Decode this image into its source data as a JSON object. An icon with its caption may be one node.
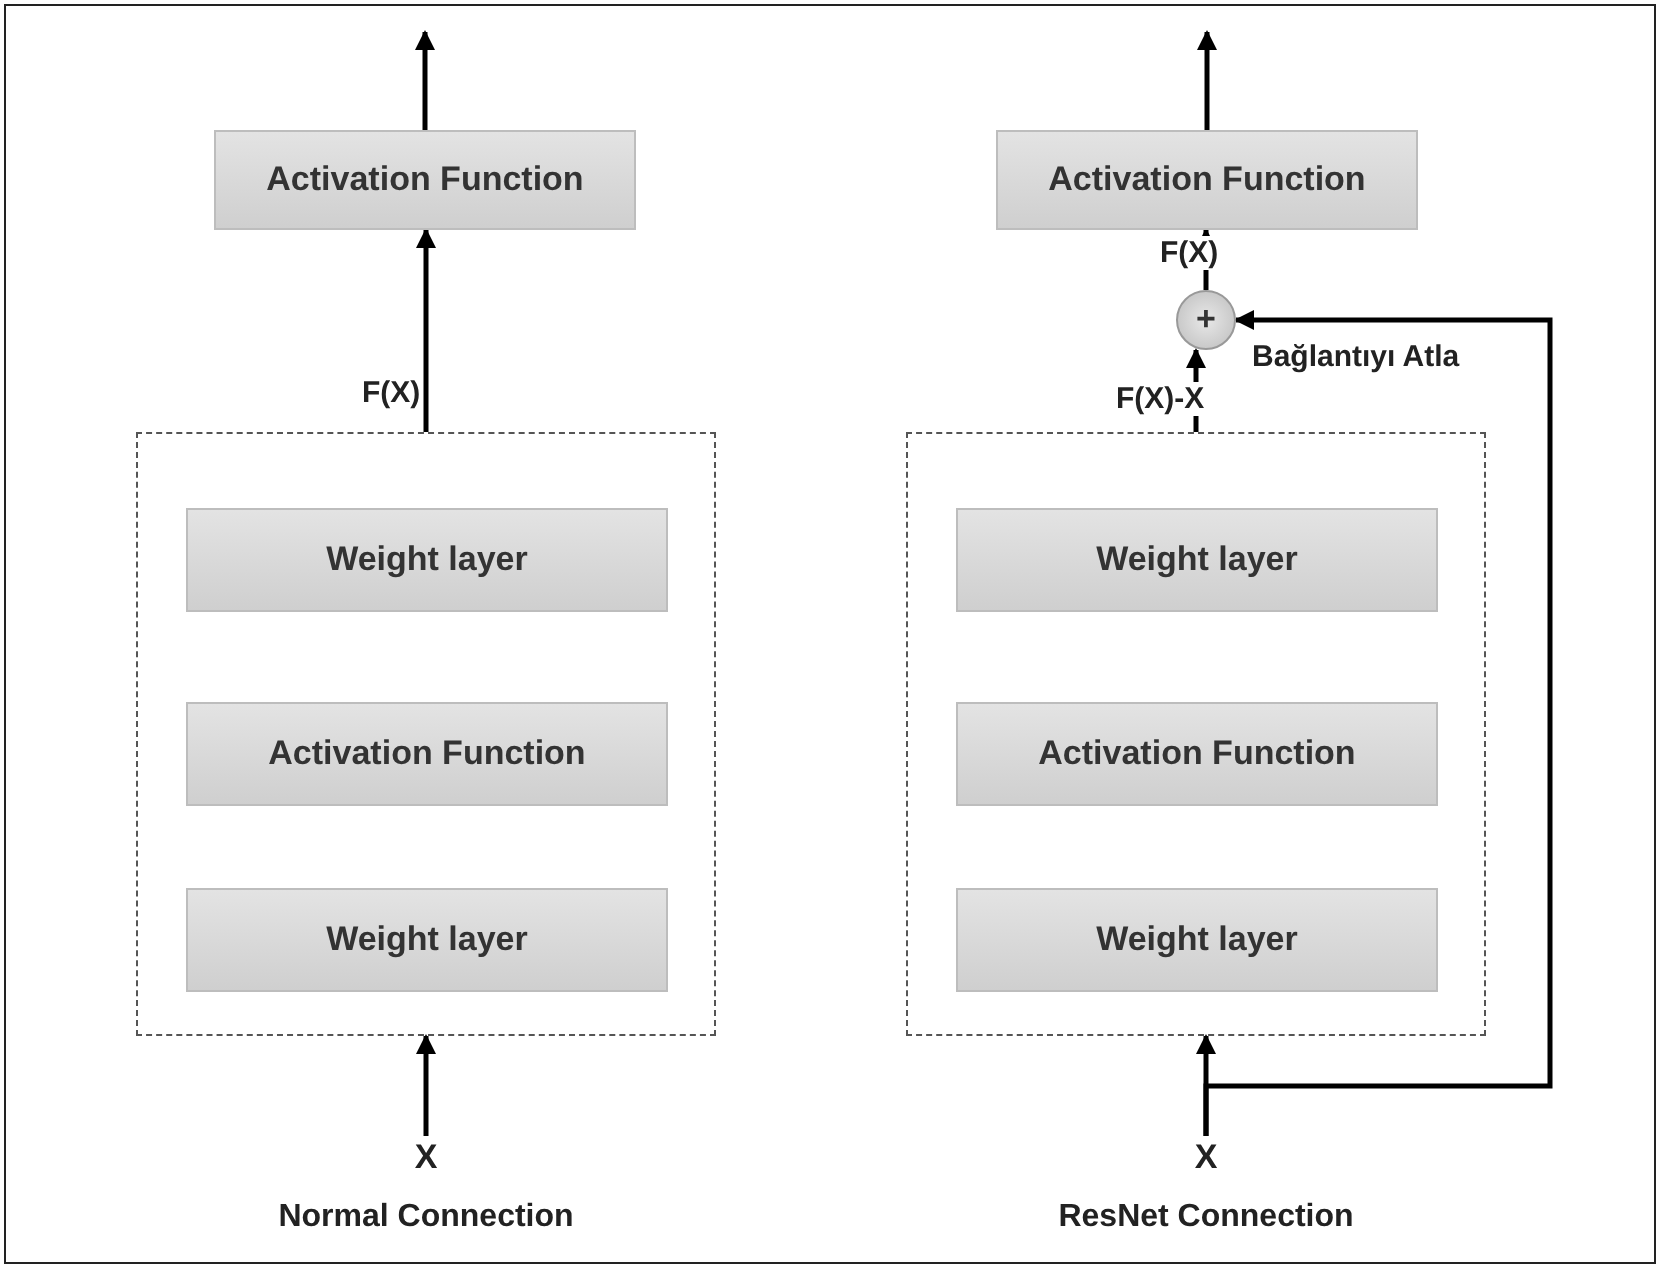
{
  "diagram": {
    "nodes": [
      {
        "text": [
          "Activation Function"
        ]
      },
      {
        "text": [],
        "shape": "box"
      },
      {
        "text": [
          "Weight layer"
        ],
        "in": 1
      },
      {
        "text": [
          "Activation Function"
        ],
        "in": 1
      },
      {
        "text": [
          "Weight layer"
        ],
        "in": 1
      },
      {
        "text": [
          "X"
        ]
      },
      {
        "text": [
          "Activation Function"
        ]
      },
      {
        "text": [
          "+"
        ]
      },
      {
        "text": [],
        "shape": "box"
      },
      {
        "text": [
          "Weight layer"
        ],
        "in": 8
      },
      {
        "text": [
          "Activation Function"
        ],
        "in": 8
      },
      {
        "text": [
          "Weight layer"
        ],
        "in": 8
      },
      {
        "text": [
          "X"
        ]
      }
    ],
    "edges": [
      {
        "from": 5,
        "to": 1,
        "arrow": "to"
      },
      {
        "from": 1,
        "to": 0,
        "arrow": "to",
        "label": "F(X)"
      },
      {
        "from": 0,
        "to": null,
        "arrow": "to"
      },
      {
        "from": 12,
        "to": 8,
        "arrow": "to"
      },
      {
        "from": 8,
        "to": 7,
        "arrow": "to",
        "label": "F(X)-X"
      },
      {
        "from": 7,
        "to": 6,
        "arrow": "to",
        "label": "F(X)"
      },
      {
        "from": 6,
        "to": null,
        "arrow": "to"
      },
      {
        "from": 12,
        "to": 7,
        "arrow": "to",
        "label": "Bağlantıyı Atla"
      }
    ],
    "labels": [
      "Normal Connection",
      "ResNet Connection"
    ]
  }
}
